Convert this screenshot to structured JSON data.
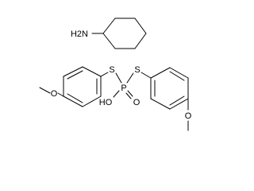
{
  "molecule": {
    "atoms": {
      "amine": "H2N",
      "sulfur_left": "S",
      "sulfur_right": "S",
      "phosphorus": "P",
      "hydroxyl": "HO",
      "oxo": "O",
      "methoxy_left_oxygen": "O",
      "methoxy_right_oxygen": "O"
    }
  }
}
